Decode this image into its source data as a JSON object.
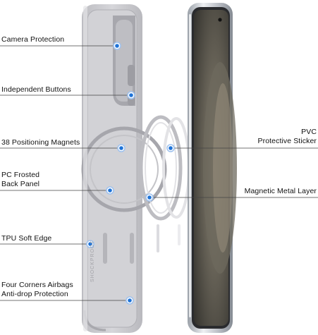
{
  "callouts": {
    "camera_protection": "Camera Protection",
    "independent_buttons": "Independent Buttons",
    "positioning_magnets": "38 Positioning Magnets",
    "pc_frosted_line1": "PC Frosted",
    "pc_frosted_line2": "Back Panel",
    "tpu_soft_edge": "TPU Soft Edge",
    "airbags_line1": "Four Corners Airbags",
    "airbags_line2": "Anti-drop Protection",
    "pvc_line1": "PVC",
    "pvc_line2": "Protective Sticker",
    "magnetic_metal_layer": "Magnetic Metal Layer"
  },
  "case_side_text": "SHOCKPROOF",
  "colors": {
    "case_gray": "#c7c7cb",
    "dot_blue": "#1e73d8",
    "line_color": "#444444"
  }
}
